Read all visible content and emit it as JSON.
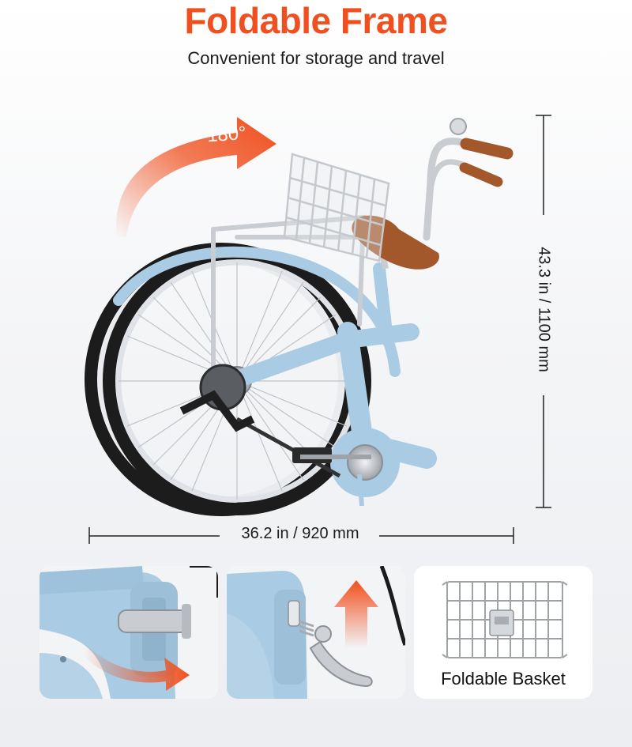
{
  "header": {
    "title": "Foldable Frame",
    "subtitle": "Convenient for storage and travel"
  },
  "hero": {
    "angle_label": "180°",
    "height_dimension": "43.3 in / 1100 mm",
    "width_dimension": "36.2 in / 920 mm"
  },
  "colors": {
    "accent": "#f0501f",
    "frame_blue": "#a9cbe3",
    "tire": "#1c1c1c",
    "saddle": "#a3582c",
    "chrome": "#c9ccd0"
  },
  "thumbnails": [
    {
      "id": "hinge-closed"
    },
    {
      "id": "hinge-lever"
    },
    {
      "id": "basket",
      "label": "Foldable Basket"
    }
  ]
}
